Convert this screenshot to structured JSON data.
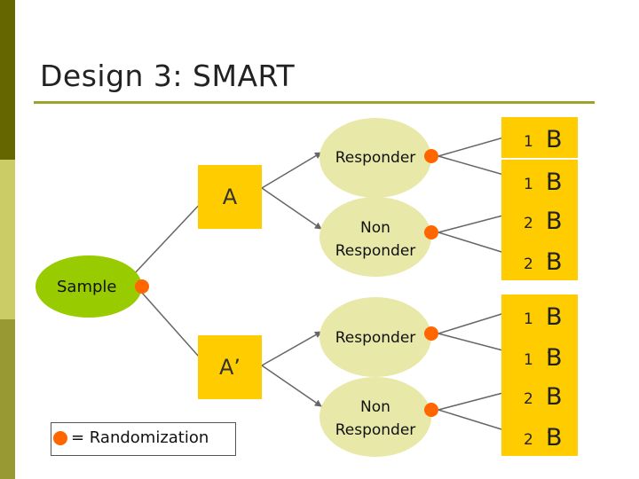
{
  "title": "Design 3: SMART",
  "sample": {
    "label": "Sample"
  },
  "treatments": [
    {
      "label": "A"
    },
    {
      "label": "A’"
    }
  ],
  "outcomes": [
    {
      "line1": "Responder",
      "line2": ""
    },
    {
      "line1": "Non",
      "line2": "Responder"
    },
    {
      "line1": "Responder",
      "line2": ""
    },
    {
      "line1": "Non",
      "line2": "Responder"
    }
  ],
  "options": [
    {
      "letter": "B",
      "sub": "1",
      "prime": ""
    },
    {
      "letter": "B",
      "sub": "1",
      "prime": "’"
    },
    {
      "letter": "B",
      "sub": "2",
      "prime": ""
    },
    {
      "letter": "B",
      "sub": "2",
      "prime": "’"
    },
    {
      "letter": "B",
      "sub": "1",
      "prime": ""
    },
    {
      "letter": "B",
      "sub": "1",
      "prime": "’"
    },
    {
      "letter": "B",
      "sub": "2",
      "prime": ""
    },
    {
      "letter": "B",
      "sub": "2",
      "prime": "’"
    }
  ],
  "legend": {
    "text": "= Randomization"
  },
  "colors": {
    "accent_dark": "#666600",
    "accent_light": "#cccc66",
    "box_fill": "#ffcc00",
    "node_fill": "#e8e8a8",
    "sample_fill": "#99cc00",
    "randomization_dot": "#ff6600",
    "connector": "#666666"
  }
}
